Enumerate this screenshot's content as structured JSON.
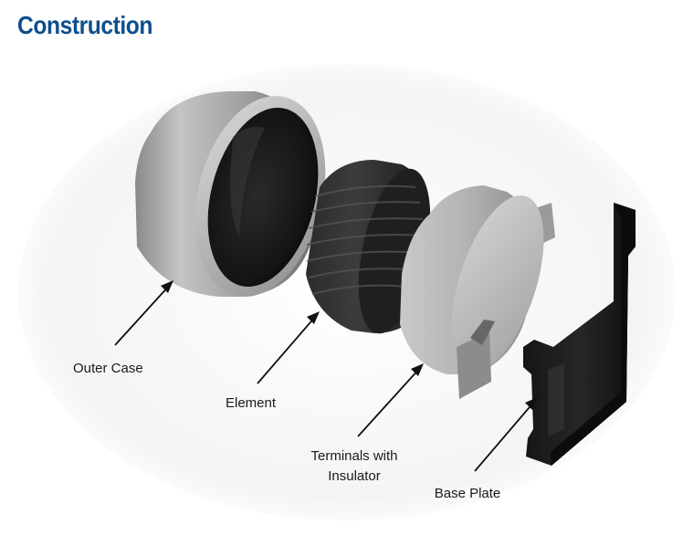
{
  "title": "Construction",
  "colors": {
    "title": "#0d4f8b",
    "callout_line": "#111111"
  },
  "parts": {
    "outer_case": {
      "label": "Outer Case"
    },
    "element": {
      "label": "Element"
    },
    "terminals": {
      "label_line1": "Terminals with",
      "label_line2": "Insulator"
    },
    "base_plate": {
      "label": "Base Plate"
    }
  }
}
